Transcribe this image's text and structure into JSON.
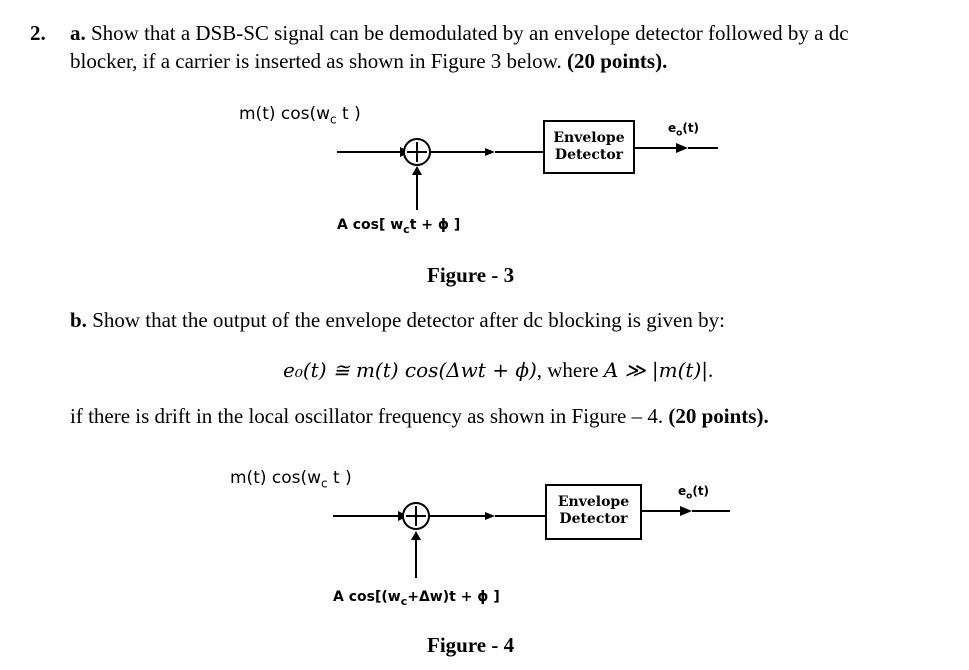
{
  "problem": {
    "number": "2.",
    "part_a_label": "a.",
    "part_a_line1": " Show that a DSB-SC signal can be demodulated by an envelope detector  followed by a dc",
    "part_a_line2": "blocker, if a carrier is inserted as shown in Figure 3 below. ",
    "part_a_points": "(20  points).",
    "part_b_label": "b.",
    "part_b_text": " Show that the output of the envelope detector after dc blocking  is given by:",
    "equation_lhs": "e₀(t) ≅ m(t) cos(Δwt + ϕ)",
    "equation_rest": ", where ",
    "equation_cond": "A ≫ |m(t)|",
    "equation_end": ".",
    "drift_text": "if there is drift in the local oscillator frequency as shown in Figure – 4. ",
    "drift_points": "(20 points)."
  },
  "figure3": {
    "input_label_main": "m(t) cos(w",
    "input_label_sub": "c",
    "input_label_end": " t )",
    "carrier_label_main": "A cos[  w",
    "carrier_label_sub": "c",
    "carrier_label_end": "t + ϕ ]",
    "box_line1": "Envelope",
    "box_line2": "Detector",
    "output_label_main": "e",
    "output_label_sub": "o",
    "output_label_end": "(t)",
    "caption": "Figure - 3"
  },
  "figure4": {
    "input_label_main": "m(t) cos(w",
    "input_label_sub": "c",
    "input_label_end": " t )",
    "carrier_label_main": "A cos[(w",
    "carrier_label_sub": "c",
    "carrier_label_end": "+Δw)t + ϕ ]",
    "box_line1": "Envelope",
    "box_line2": "Detector",
    "output_label_main": "e",
    "output_label_sub": "o",
    "output_label_end": "(t)",
    "caption": "Figure - 4"
  }
}
